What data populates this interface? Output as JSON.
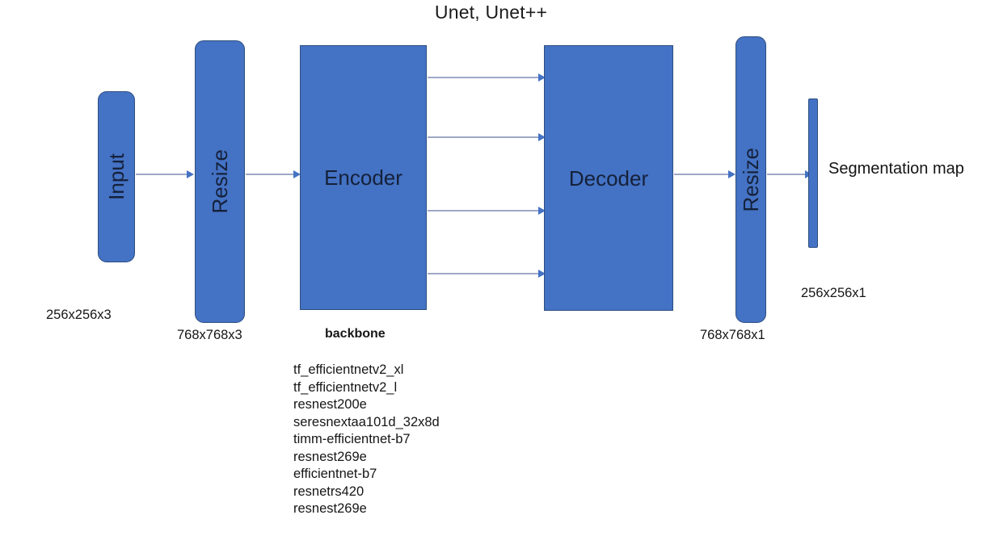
{
  "title": "Unet, Unet++",
  "blocks": {
    "input": {
      "label": "Input",
      "caption": "256x256x3"
    },
    "resize_in": {
      "label": "Resize",
      "caption": "768x768x3"
    },
    "encoder": {
      "label": "Encoder",
      "caption": "backbone"
    },
    "decoder": {
      "label": "Decoder"
    },
    "resize_out": {
      "label": "Resize",
      "caption": "768x768x1"
    },
    "segmap": {
      "label": "Segmentation map",
      "caption": "256x256x1"
    }
  },
  "backbone": {
    "heading": "backbone",
    "items": [
      "tf_efficientnetv2_xl",
      "tf_efficientnetv2_l",
      "resnest200e",
      "seresnextaa101d_32x8d",
      "timm-efficientnet-b7",
      "resnest269e",
      "efficientnet-b7",
      "resnetrs420",
      "resnest269e"
    ]
  },
  "colors": {
    "block_fill": "#4472C4",
    "block_border": "#2E4E7E",
    "arrow_shaft": "#9FA9C7",
    "arrow_head": "#4472C4",
    "background": "#FFFFFF",
    "text": "#161616"
  },
  "arrows": {
    "input_to_resize": "input-to-resize-arrow",
    "resize_to_encoder": "resize-to-encoder-arrow",
    "skip_1": "encoder-decoder-skip-1",
    "skip_2": "encoder-decoder-skip-2",
    "skip_3": "encoder-decoder-skip-3",
    "skip_4": "encoder-decoder-skip-4",
    "decoder_to_resize": "decoder-to-resize-arrow",
    "resize_to_segmap": "resize-to-segmap-arrow"
  }
}
